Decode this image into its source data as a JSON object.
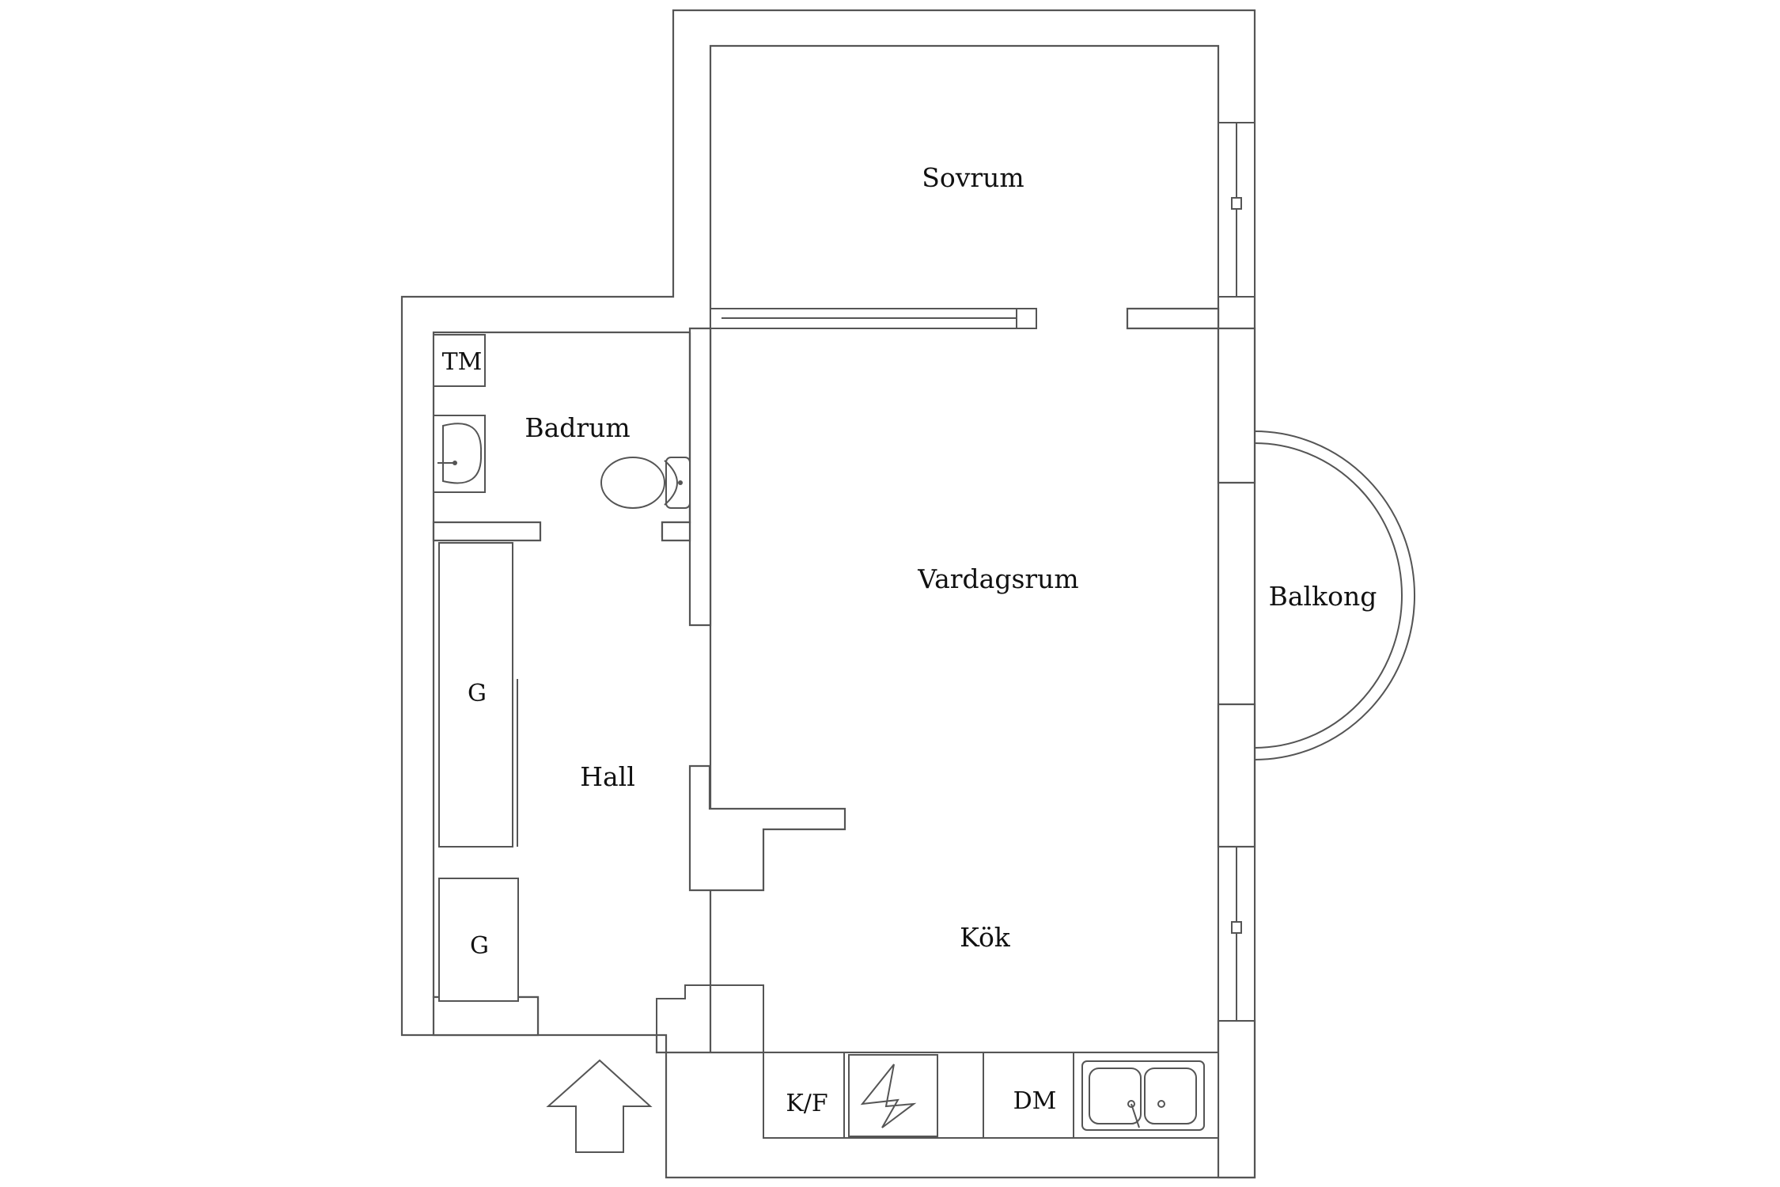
{
  "plan": {
    "rooms": {
      "sovrum": "Sovrum",
      "badrum": "Badrum",
      "vardagsrum": "Vardagsrum",
      "balkong": "Balkong",
      "hall": "Hall",
      "kok": "Kök"
    },
    "fixtures": {
      "tm": "TM",
      "g_upper": "G",
      "g_lower": "G",
      "kf": "K/F",
      "dm": "DM"
    },
    "icons": [
      "entrance-arrow-icon",
      "washbasin-icon",
      "toilet-icon",
      "stove-icon",
      "double-sink-icon"
    ],
    "colors": {
      "wall_line": "#555555",
      "background": "#ffffff",
      "text": "#111111"
    }
  }
}
